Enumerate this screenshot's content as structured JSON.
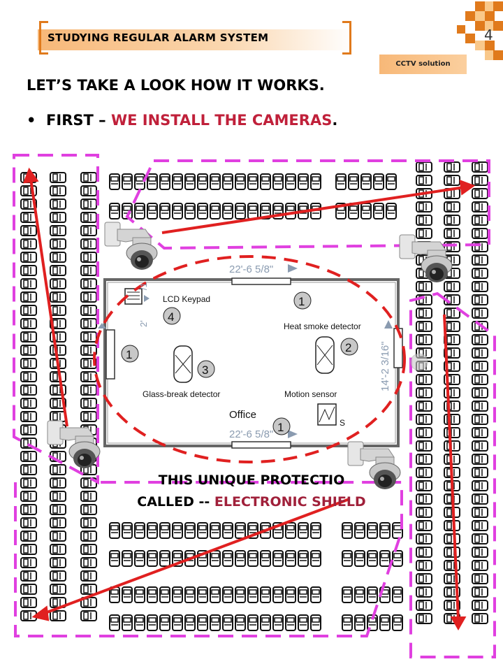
{
  "header": {
    "title": "STUDYING REGULAR ALARM SYSTEM",
    "page_number": "4",
    "tagline": "CCTV solution"
  },
  "main": {
    "heading": "LET’S TAKE A LOOK HOW IT WORKS.",
    "bullet_prefix": "FIRST – ",
    "bullet_accent": "WE INSTALL THE CAMERAS",
    "bullet_suffix": "."
  },
  "floorplan": {
    "dim_top": "22'-6 5/8\"",
    "dim_bottom": "22'-6 5/8\"",
    "dim_right": "14'-2 3/16\"",
    "dim_left_frag": "2'",
    "dim_left_frag2": "/1",
    "lcd_keypad": "LCD Keypad",
    "heat_smoke": "Heat smoke detector",
    "glass_break": "Glass-break detector",
    "motion_sensor": "Motion sensor",
    "office": "Office",
    "s_label": "S",
    "markers": [
      "1",
      "4",
      "1",
      "2",
      "3",
      "1"
    ]
  },
  "caption": {
    "line1": "THIS UNIQUE PROTECTIO",
    "line2_prefix": "CALLED -- ",
    "line2_accent": "ELECTRONIC SHIELD"
  },
  "colors": {
    "orange": "#e07a1c",
    "magenta": "#e040e0",
    "red": "#e02020",
    "accent_text": "#c0203a"
  }
}
